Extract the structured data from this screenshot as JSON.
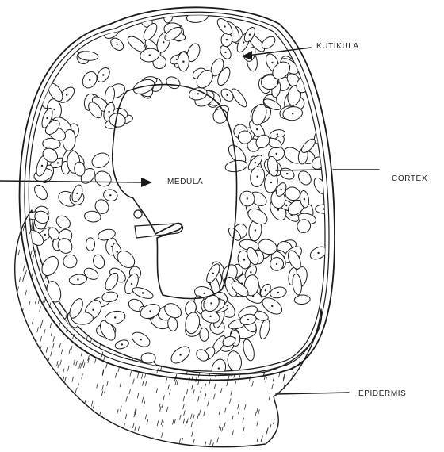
{
  "labels": {
    "kutikula": "KUTIKULA",
    "medula": "MEDULA",
    "cortex": "CORTEX",
    "epidermis": "EPIDERMIS"
  },
  "colors": {
    "ink": "#1a1a1a",
    "paper": "#ffffff"
  }
}
